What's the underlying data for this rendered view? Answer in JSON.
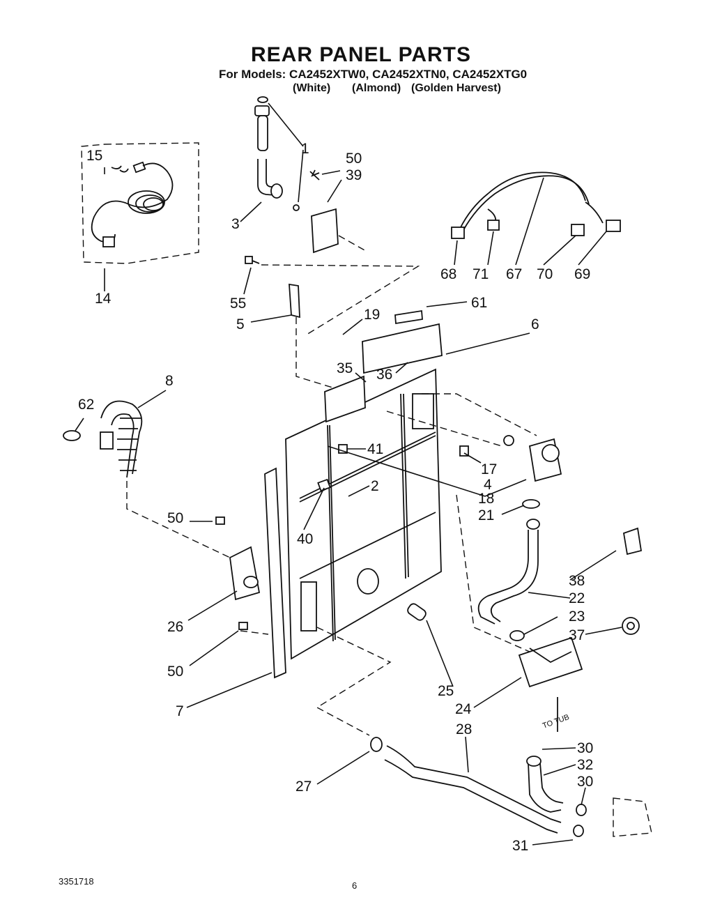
{
  "header": {
    "title": "REAR PANEL PARTS",
    "models_line": "For Models: CA2452XTW0, CA2452XTN0, CA2452XTG0",
    "colors": [
      "(White)",
      "(Almond)",
      "(Golden Harvest)"
    ]
  },
  "footer": {
    "doc_number": "3351718",
    "page_number": "6"
  },
  "annotations": {
    "to_tub": "TO TUB"
  },
  "callouts": [
    "1",
    "15",
    "50",
    "39",
    "3",
    "14",
    "55",
    "5",
    "19",
    "61",
    "6",
    "68",
    "71",
    "67",
    "70",
    "69",
    "35",
    "36",
    "8",
    "62",
    "41",
    "17",
    "4",
    "2",
    "18",
    "21",
    "40",
    "50",
    "38",
    "22",
    "23",
    "37",
    "26",
    "50",
    "25",
    "24",
    "7",
    "28",
    "30",
    "32",
    "30",
    "27",
    "31"
  ]
}
